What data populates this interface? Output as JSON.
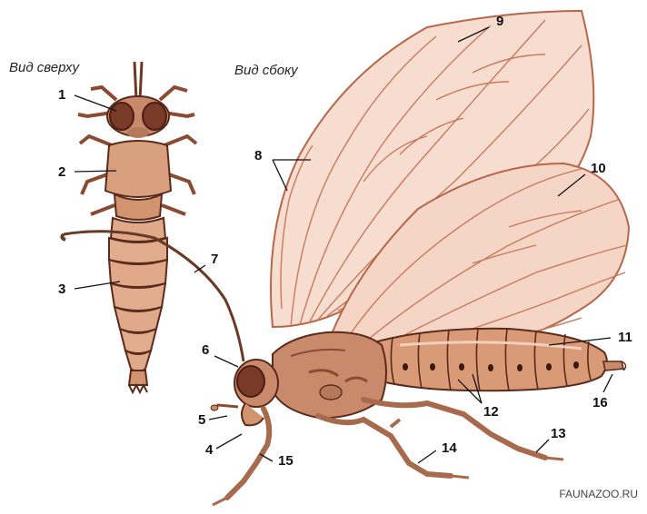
{
  "views": {
    "top": "Вид сверху",
    "side": "Вид сбоку"
  },
  "labels": {
    "n1": "1",
    "n2": "2",
    "n3": "3",
    "n4": "4",
    "n5": "5",
    "n6": "6",
    "n7": "7",
    "n8": "8",
    "n9": "9",
    "n10": "10",
    "n11": "11",
    "n12": "12",
    "n13": "13",
    "n14": "14",
    "n15": "15",
    "n16": "16"
  },
  "watermark": "FAUNAZOO.RU",
  "colors": {
    "wing_fill": "#f7ddcf",
    "wing_vein": "#b8664a",
    "body_fill": "#c98a6c",
    "body_dark": "#8a4a33",
    "abdomen_fill": "#d99a78",
    "outline": "#5a2a1a",
    "leader": "#111111"
  }
}
